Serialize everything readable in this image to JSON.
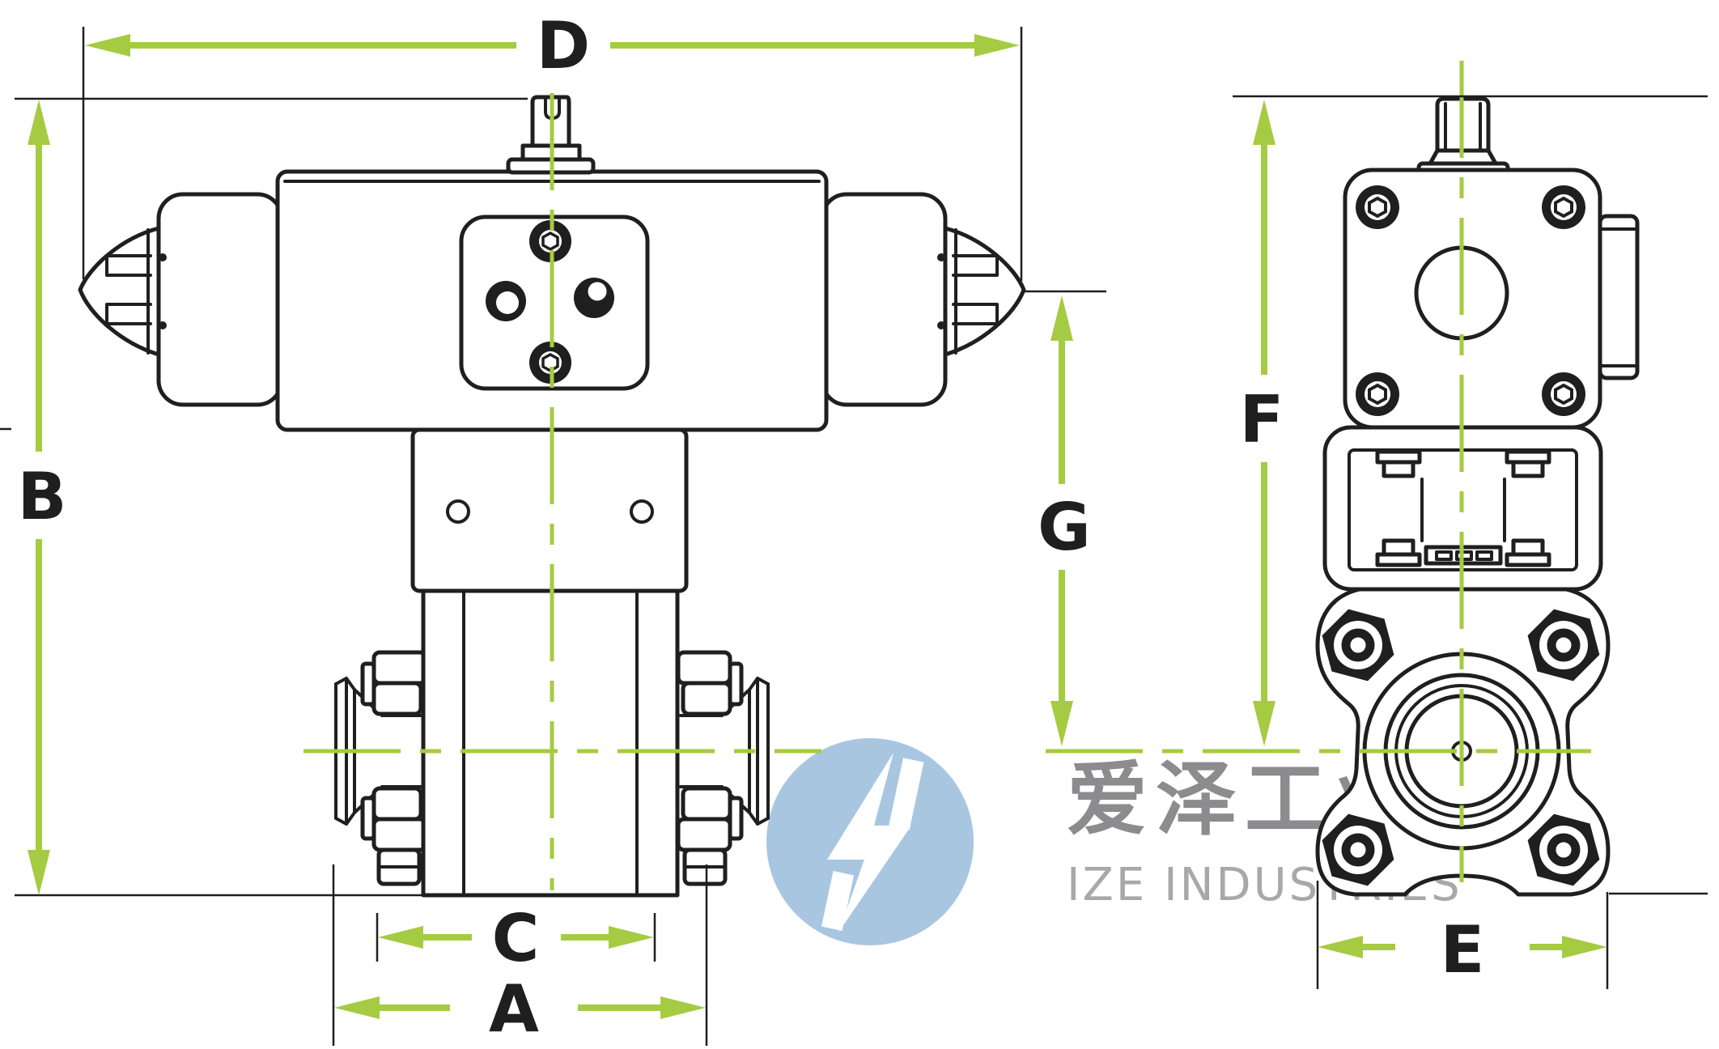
{
  "dimensions": {
    "d": "D",
    "b": "B",
    "g": "G",
    "f": "F",
    "c": "C",
    "a": "A",
    "e": "E"
  },
  "watermark": {
    "logo_icon": "lightning-circle-logo",
    "cn": "爱泽工业",
    "en": "IZE INDUSTRIES"
  },
  "colors": {
    "dimension_green": "#a5cb42",
    "drawing_line": "#1f1f1f",
    "watermark_blue": "#a9c6e1",
    "watermark_text_gray": "#8c8c8e",
    "watermark_subtext_gray": "#a8a8aa",
    "background": "#ffffff"
  }
}
